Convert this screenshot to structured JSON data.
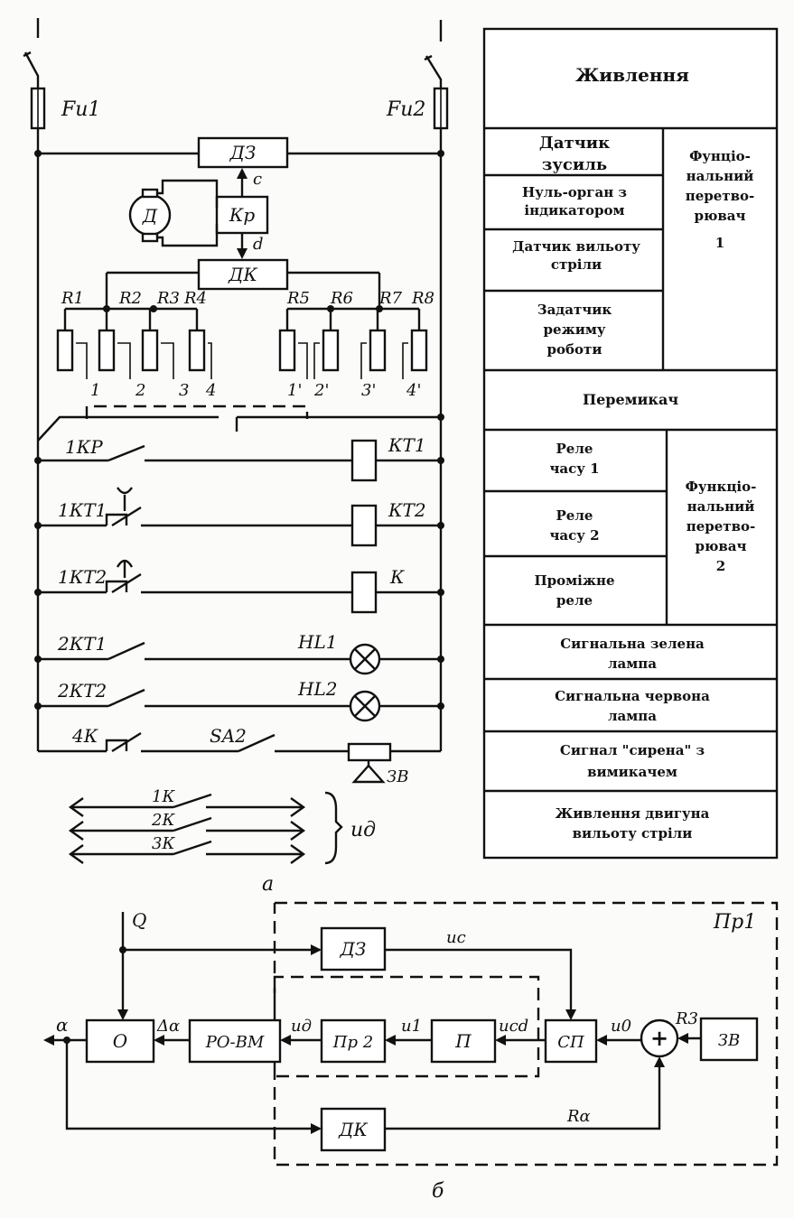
{
  "schematic": {
    "fuses": [
      "Fu1",
      "Fu2"
    ],
    "top_blocks": {
      "dz": "ДЗ",
      "motor": "Д",
      "kr": "Кр",
      "dk": "ДК",
      "c": "с",
      "d": "d"
    },
    "resistors": [
      "R1",
      "R2",
      "R3",
      "R4",
      "R5",
      "R6",
      "R7",
      "R8"
    ],
    "taps": [
      "1",
      "2",
      "3",
      "4",
      "1'",
      "2'",
      "3'",
      "4'"
    ],
    "rows": [
      {
        "contact": "1КР",
        "load": "КТ1"
      },
      {
        "contact": "1КТ1",
        "load": "КТ2"
      },
      {
        "contact": "1КТ2",
        "load": "К"
      },
      {
        "contact": "2КТ1",
        "load": "HL1"
      },
      {
        "contact": "2КТ2",
        "load": "HL2"
      },
      {
        "contact": "4К",
        "switch": "SA2",
        "load": "ЗВ"
      }
    ],
    "motor_contacts": [
      "1К",
      "2К",
      "3К"
    ],
    "motor_supply": "uд",
    "caption": "а"
  },
  "table": {
    "rows": [
      {
        "text": "Живлення"
      },
      {
        "text": "Датчик зусиль"
      },
      {
        "text": "Нуль-орган з індикатором"
      },
      {
        "text": "Датчик вильоту стріли"
      },
      {
        "text": "Задатчик режиму роботи"
      },
      {
        "text": "Перемикач"
      },
      {
        "text": "Реле часу 1"
      },
      {
        "text": "Реле часу 2"
      },
      {
        "text": "Проміжне реле"
      },
      {
        "text": "Сигнальна зелена лампа"
      },
      {
        "text": "Сигнальна червона лампа"
      },
      {
        "text": "Сигнал \"сирена\" з вимикачем"
      },
      {
        "text": "Живлення двигуна вильоту стріли"
      }
    ],
    "groups": [
      {
        "text": "Фунціо-нальний перетво-рювач 1"
      },
      {
        "text": "Функціо-нальний перетво-рювач 2"
      }
    ]
  },
  "block_diagram": {
    "caption": "б",
    "group": "Пр1",
    "blocks": {
      "dz": "ДЗ",
      "o": "О",
      "ro": "РО-ВМ",
      "pr2": "Пр 2",
      "p": "П",
      "sp": "СП",
      "zv": "ЗВ",
      "dk": "ДК",
      "sum": "+"
    },
    "signals": {
      "q": "Q",
      "alpha": "α",
      "dalpha": "Δα",
      "ud": "uд",
      "u1": "u1",
      "ucd": "ucd",
      "uc": "uс",
      "u0": "u0",
      "r3": "R3",
      "ra": "Rα"
    }
  }
}
